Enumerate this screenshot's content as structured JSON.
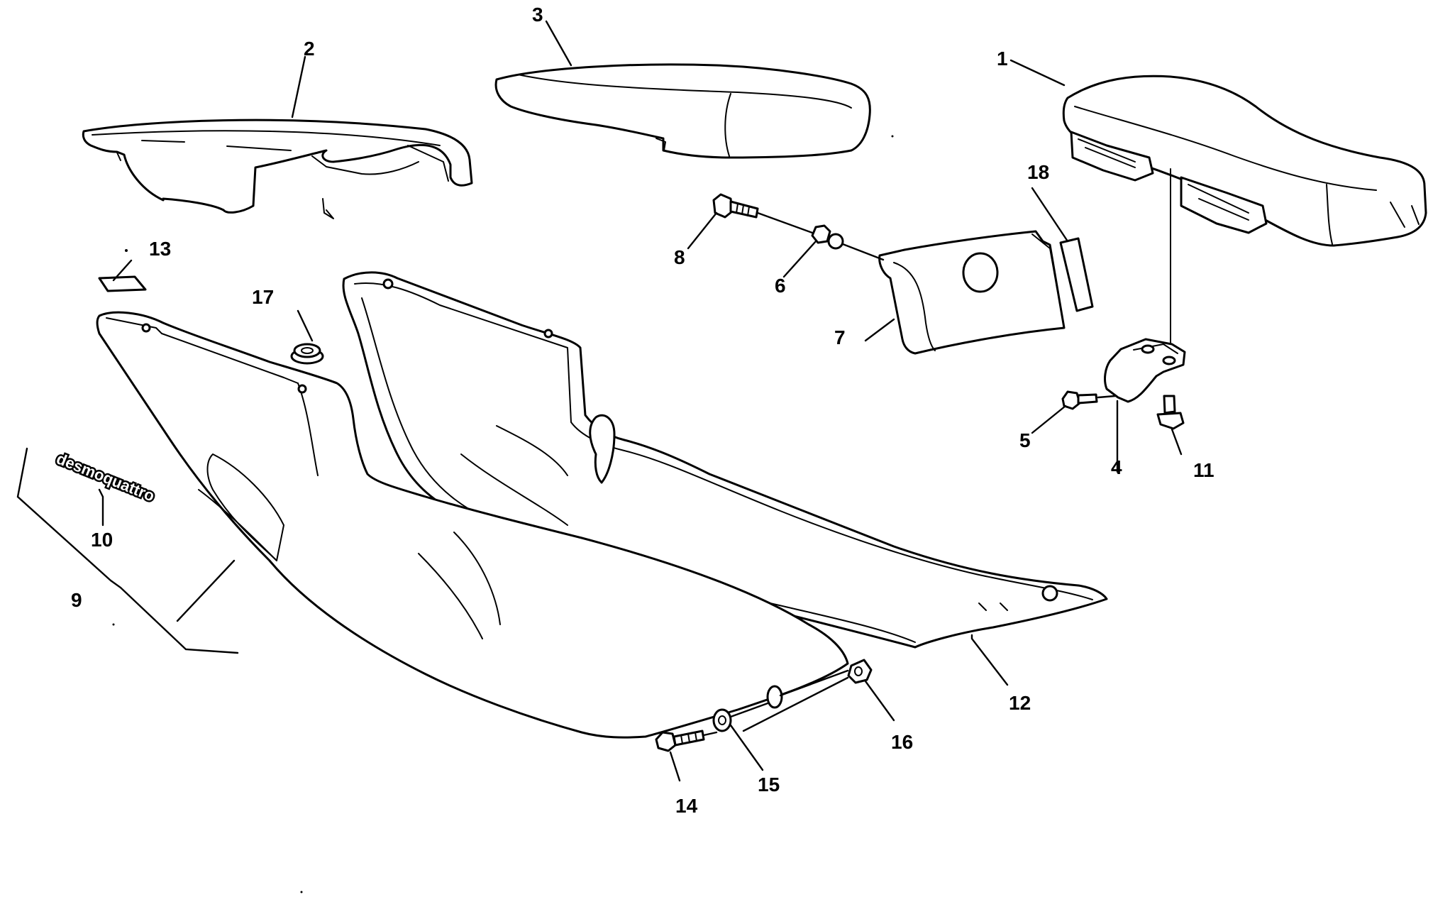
{
  "callouts": {
    "c1": "1",
    "c2": "2",
    "c3": "3",
    "c4": "4",
    "c5": "5",
    "c6": "6",
    "c7": "7",
    "c8": "8",
    "c9": "9",
    "c10": "10",
    "c11": "11",
    "c12": "12",
    "c13": "13",
    "c14": "14",
    "c15": "15",
    "c16": "16",
    "c17": "17",
    "c18": "18"
  },
  "decal": {
    "text": "desmoquattro"
  }
}
